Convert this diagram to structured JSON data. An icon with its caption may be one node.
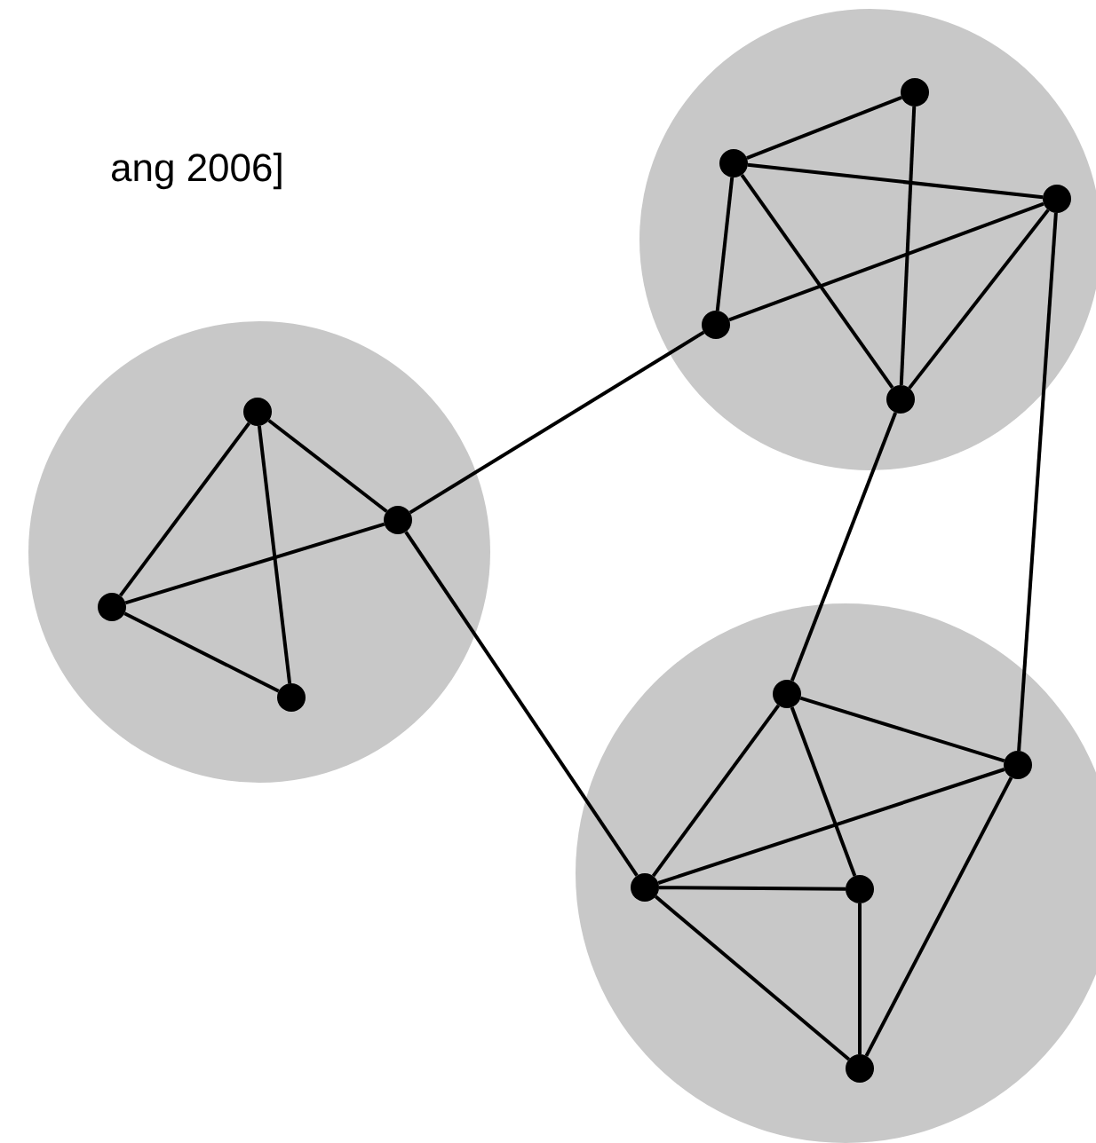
{
  "diagram": {
    "nodes": [
      {
        "text": [],
        "shape": "circle"
      },
      {
        "text": [],
        "shape": "circle",
        "in": 0
      },
      {
        "text": [],
        "shape": "circle",
        "in": 0
      },
      {
        "text": [],
        "shape": "circle",
        "in": 0
      },
      {
        "text": [],
        "shape": "circle",
        "in": 0
      },
      {
        "text": [],
        "shape": "circle",
        "in": 0
      },
      {
        "text": [],
        "shape": "circle"
      },
      {
        "text": [],
        "shape": "circle",
        "in": 6
      },
      {
        "text": [],
        "shape": "circle",
        "in": 6
      },
      {
        "text": [],
        "shape": "circle",
        "in": 6
      },
      {
        "text": [],
        "shape": "circle",
        "in": 6
      },
      {
        "text": [],
        "shape": "circle"
      },
      {
        "text": [],
        "shape": "circle",
        "in": 11
      },
      {
        "text": [],
        "shape": "circle",
        "in": 11
      },
      {
        "text": [],
        "shape": "circle",
        "in": 11
      },
      {
        "text": [],
        "shape": "circle",
        "in": 11
      },
      {
        "text": [],
        "shape": "circle",
        "in": 11
      }
    ],
    "edges": [
      {
        "from": 1,
        "to": 2,
        "arrow": "none"
      },
      {
        "from": 1,
        "to": 5,
        "arrow": "none"
      },
      {
        "from": 2,
        "to": 3,
        "arrow": "none"
      },
      {
        "from": 2,
        "to": 4,
        "arrow": "none"
      },
      {
        "from": 2,
        "to": 5,
        "arrow": "none"
      },
      {
        "from": 3,
        "to": 4,
        "arrow": "none"
      },
      {
        "from": 3,
        "to": 5,
        "arrow": "none"
      },
      {
        "from": 7,
        "to": 9,
        "arrow": "none"
      },
      {
        "from": 7,
        "to": 8,
        "arrow": "none"
      },
      {
        "from": 7,
        "to": 10,
        "arrow": "none"
      },
      {
        "from": 9,
        "to": 8,
        "arrow": "none"
      },
      {
        "from": 9,
        "to": 10,
        "arrow": "none"
      },
      {
        "from": 12,
        "to": 13,
        "arrow": "none"
      },
      {
        "from": 12,
        "to": 14,
        "arrow": "none"
      },
      {
        "from": 12,
        "to": 15,
        "arrow": "none"
      },
      {
        "from": 13,
        "to": 14,
        "arrow": "none"
      },
      {
        "from": 13,
        "to": 16,
        "arrow": "none"
      },
      {
        "from": 14,
        "to": 15,
        "arrow": "none"
      },
      {
        "from": 14,
        "to": 16,
        "arrow": "none"
      },
      {
        "from": 15,
        "to": 16,
        "arrow": "none"
      },
      {
        "from": 4,
        "to": 8,
        "arrow": "none"
      },
      {
        "from": 8,
        "to": 14,
        "arrow": "none"
      },
      {
        "from": 5,
        "to": 12,
        "arrow": "none"
      },
      {
        "from": 3,
        "to": 13,
        "arrow": "none"
      }
    ],
    "labels": [
      "ang 2006]"
    ]
  }
}
